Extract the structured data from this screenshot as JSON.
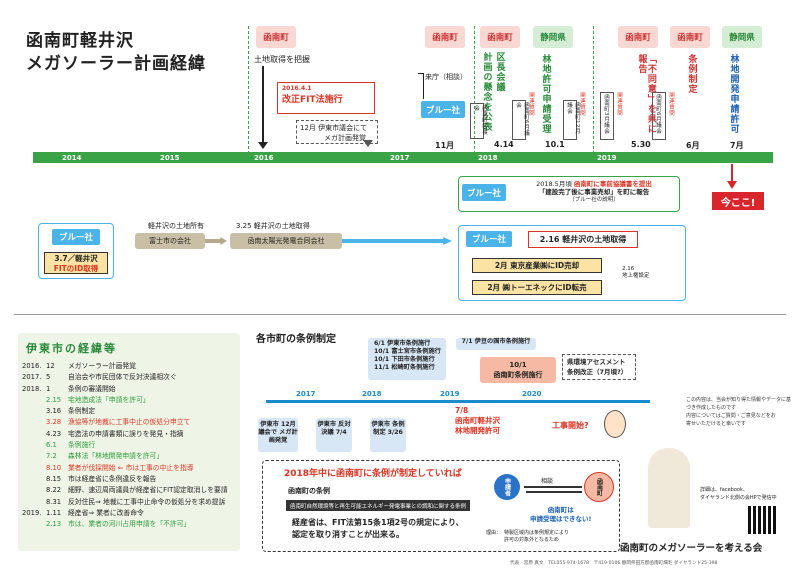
{
  "title": {
    "line1": "函南町軽井沢",
    "line2": "メガソーラー計画経緯"
  },
  "tags": {
    "kannami": "函南町",
    "shizuoka": "静岡県"
  },
  "top": {
    "t2016_note": "土地取得を把握",
    "fit_date": "2016.4.1",
    "fit_label": "改正FIT法施行",
    "ito_plan_month": "12月",
    "ito_plan_text": "伊東市議会にて",
    "ito_plan_text2": "メガ計画発覚",
    "visit_label": "来庁（相談）",
    "blue_co": "ブルー社",
    "nov": "11月",
    "kucho": "区長会議",
    "keikaku": "計画の懸念を公表",
    "apr14": "4.14",
    "june_gikai": "函南町6月議会",
    "kanren": "関連質問",
    "kanren2": "関連質問",
    "ringen": "林地許可申請受理",
    "oct1": "10.1",
    "dec_gikai": "函南町12月議会",
    "mar_gikai": "函南町3月議会",
    "kucho_small": "函南町区長会",
    "fudoui": "「不同意」を県に報告",
    "may30": "5.30",
    "jorei": "条例制定",
    "june2": "6月",
    "rinchi": "林地開発申請許可",
    "july": "7月",
    "kanren3": "関連質問",
    "kanren4": "関連質問"
  },
  "years": [
    "2014",
    "2015",
    "2016",
    "2017",
    "2018",
    "2019"
  ],
  "mid": {
    "may_notice1": "2018.5月頃",
    "may_notice2": "函南町に事前協議書を提出",
    "may_notice3": "「建設完了後に事業売却」を町に報告",
    "may_notice4": "（ブルー社の説明）",
    "imakoko": "今ここ!",
    "blue1": "ブルー社",
    "fit_id": "3.7／軽井沢",
    "fit_id2": "FITのID取得",
    "owner": "軽井沢の土地所有",
    "owner_co": "富士市の会社",
    "mar25": "3.25 軽井沢の土地取得",
    "taiyo": "函南太陽光発電合同会社",
    "blue2": "ブルー社",
    "feb16": "2.16 軽井沢の土地取得",
    "feb_sell1": "2月 東京産業㈱にID売却",
    "feb_sell2": "2月 ㈱トーエネックにID転売",
    "teitou_date": "2.16",
    "teitou": "地上権設定"
  },
  "ito": {
    "heading": "伊東市の経緯等",
    "items": [
      {
        "y": "2016.",
        "m": "12",
        "t": "メガソーラー計画発覚",
        "c": ""
      },
      {
        "y": "2017.",
        "m": "5",
        "t": "自治会や市民団体で反対決議相次ぐ",
        "c": ""
      },
      {
        "y": "2018.",
        "m": "1",
        "t": "条例の審議開始",
        "c": ""
      },
      {
        "y": "",
        "m": "2.15",
        "t": "宅地造成法「申請を許可」",
        "c": "grn"
      },
      {
        "y": "",
        "m": "3.16",
        "t": "条例制定",
        "c": ""
      },
      {
        "y": "",
        "m": "3.28",
        "t": "漁協等が地裁に工事中止の仮処分申立て",
        "c": "red"
      },
      {
        "y": "",
        "m": "4.23",
        "t": "宅造法の申請書類に誤りを発見・指摘",
        "c": ""
      },
      {
        "y": "",
        "m": "6.1",
        "t": "条例施行",
        "c": "grn"
      },
      {
        "y": "",
        "m": "7.2",
        "t": "森林法「林地開発申請を許可」",
        "c": "grn"
      },
      {
        "y": "",
        "m": "8.10",
        "t": "業者が伐採開始 ⇐ 市は工事の中止を指導",
        "c": "red"
      },
      {
        "y": "",
        "m": "8.15",
        "t": "市は経産省に条例違反を報告",
        "c": ""
      },
      {
        "y": "",
        "m": "8.22",
        "t": "細野、速辺周両議員が経産省にFIT認定取消しを要請",
        "c": ""
      },
      {
        "y": "",
        "m": "8.31",
        "t": "反対住民⇒ 地裁に工事中止命令の仮処分を求め提訴",
        "c": ""
      },
      {
        "y": "2019.",
        "m": "1.11",
        "t": "経産省⇒ 業者に改善命令",
        "c": ""
      },
      {
        "y": "",
        "m": "2.13",
        "t": "市は、業者の河川占用申請を「不許可」",
        "c": "grn"
      }
    ]
  },
  "ord": {
    "heading": "各市町の条例制定",
    "list": [
      "6/1 伊東市条例施行",
      "10/1 富士宮市条例施行",
      "10/1 下田市条例施行",
      "11/1 松崎町条例施行"
    ],
    "izu": "7/1 伊豆の国市条例施行",
    "kannami_ord1": "10/1",
    "kannami_ord2": "函南町条例施行",
    "kenjo1": "県環境アセスメント",
    "kenjo2": "条例改正（7月頃?）",
    "years": [
      "2017",
      "2018",
      "2019",
      "2020"
    ],
    "b1": "伊東市 12月議会で メガ計画発覚",
    "b2": "伊東市 反対決議 7/4",
    "b3": "伊東市 条例制定 3/26",
    "jul8": "7/8",
    "kannami_dev1": "函南町軽井沢",
    "kannami_dev2": "林地開発許可",
    "koji": "工事開始?"
  },
  "bottom": {
    "h": "2018年中に函南町に条例が制定していれば",
    "sub": "函南町の条例",
    "bar": "函南町自然環境等と再生可能エネルギー発電事業との調和に関する条例",
    "txt1": "経産省は、FIT法第15条1項2号の規定により、",
    "txt2": "認定を取り消すことが出来る。",
    "riyu1": "理由：",
    "riyu2": "特製区域内は条例規定により",
    "riyu3": "許可の対象外となるため",
    "soudan": "相談",
    "applicant": "申請者",
    "town": "函南町",
    "refuse1": "函南町は",
    "refuse2": "申請受理はできない!"
  },
  "footer": {
    "note1": "この内容は、当会が知り得た情報やデータに基",
    "note2": "づき作成したものです",
    "note3": "内容についてはご質問・ご意見などをお",
    "note4": "寄せいただけると幸いです",
    "sns1": "詳細は、facebook、",
    "sns2": "ダイヤランド北側の会HPで発信中",
    "org": "函南町のメガソーラーを考える会",
    "addr": "代表　宮原 真文　TEL055-974-1678　〒419-0106 静岡県田方郡函南町畑毛 ダイヤランド25-398"
  },
  "colors": {
    "green": "#3aa346",
    "blue": "#4ab3e8",
    "red": "#d9262c",
    "pink": "#f9d8d3"
  }
}
